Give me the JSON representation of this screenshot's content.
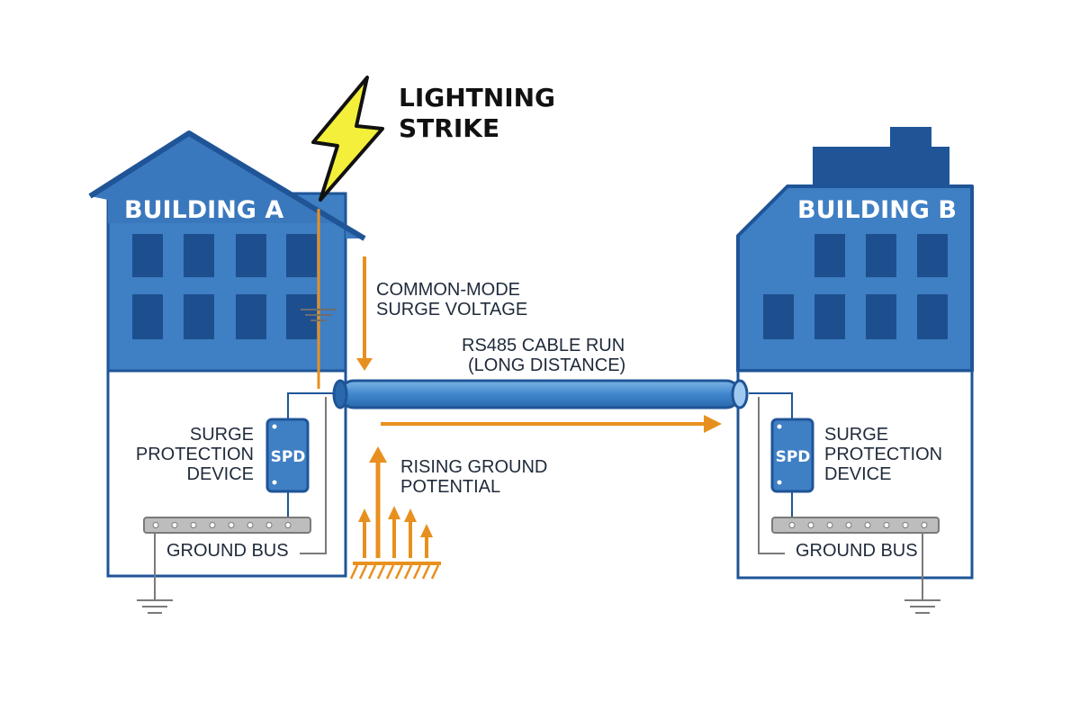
{
  "strike": {
    "line1": "LIGHTNING",
    "line2": "STRIKE"
  },
  "building_a": {
    "title": "BUILDING A",
    "spd_label": [
      "SURGE",
      "PROTECTION",
      "DEVICE"
    ],
    "spd_text": "SPD",
    "ground_bus_label": "GROUND BUS"
  },
  "building_b": {
    "title": "BUILDING B",
    "spd_label": [
      "SURGE",
      "PROTECTION",
      "DEVICE"
    ],
    "spd_text": "SPD",
    "ground_bus_label": "GROUND BUS"
  },
  "surge": {
    "line1": "COMMON-MODE",
    "line2": "SURGE VOLTAGE"
  },
  "cable": {
    "line1": "RS485 CABLE RUN",
    "line2": "(LONG DISTANCE)"
  },
  "rising": {
    "line1": "RISING GROUND",
    "line2": "POTENTIAL"
  },
  "colors": {
    "building_fill": "#3f7fc4",
    "building_dark": "#1f5597",
    "window": "#1d4f8f",
    "arrow": "#e8901f",
    "bolt": "#f3ef3a",
    "cable": "#4a8fd0",
    "ground_bus": "#bdbdbd"
  }
}
